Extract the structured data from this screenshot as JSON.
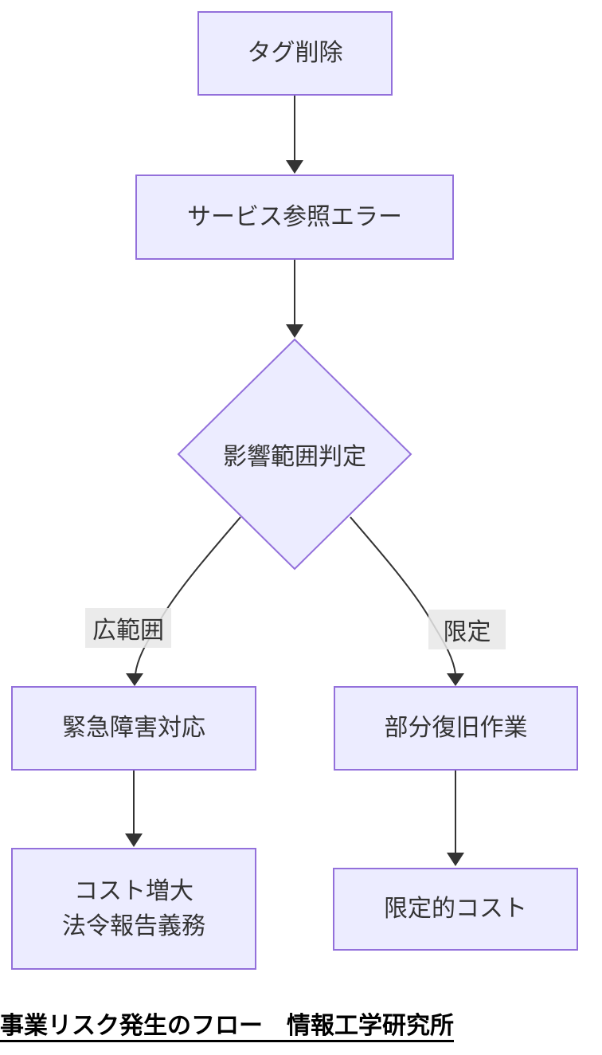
{
  "diagram_title": "事業リスク発生のフロー　情報工学研究所",
  "flowchart": {
    "nodes": {
      "tag_delete": {
        "label": "タグ削除",
        "shape": "rect"
      },
      "service_error": {
        "label": "サービス参照エラー",
        "shape": "rect"
      },
      "impact_decision": {
        "label": "影響範囲判定",
        "shape": "diamond"
      },
      "emergency_response": {
        "label": "緊急障害対応",
        "shape": "rect"
      },
      "partial_recovery": {
        "label": "部分復旧作業",
        "shape": "rect"
      },
      "cost_increase": {
        "lines": [
          "コスト増大",
          "法令報告義務"
        ],
        "shape": "rect"
      },
      "limited_cost": {
        "label": "限定的コスト",
        "shape": "rect"
      }
    },
    "edge_labels": {
      "wide": "広範囲",
      "limited": "限定"
    },
    "edges": [
      {
        "from": "タグ削除",
        "to": "サービス参照エラー",
        "label": ""
      },
      {
        "from": "サービス参照エラー",
        "to": "影響範囲判定",
        "label": ""
      },
      {
        "from": "影響範囲判定",
        "to": "緊急障害対応",
        "label": "広範囲"
      },
      {
        "from": "影響範囲判定",
        "to": "部分復旧作業",
        "label": "限定"
      },
      {
        "from": "緊急障害対応",
        "to": "コスト増大 法令報告義務",
        "label": ""
      },
      {
        "from": "部分復旧作業",
        "to": "限定的コスト",
        "label": ""
      }
    ],
    "colors": {
      "node_fill": "#ECECFF",
      "node_border": "#9370DB",
      "edge_line": "#333333",
      "edge_label_bg": "#e8e8e8",
      "node_text": "#333333",
      "caption_text": "#000000"
    }
  }
}
